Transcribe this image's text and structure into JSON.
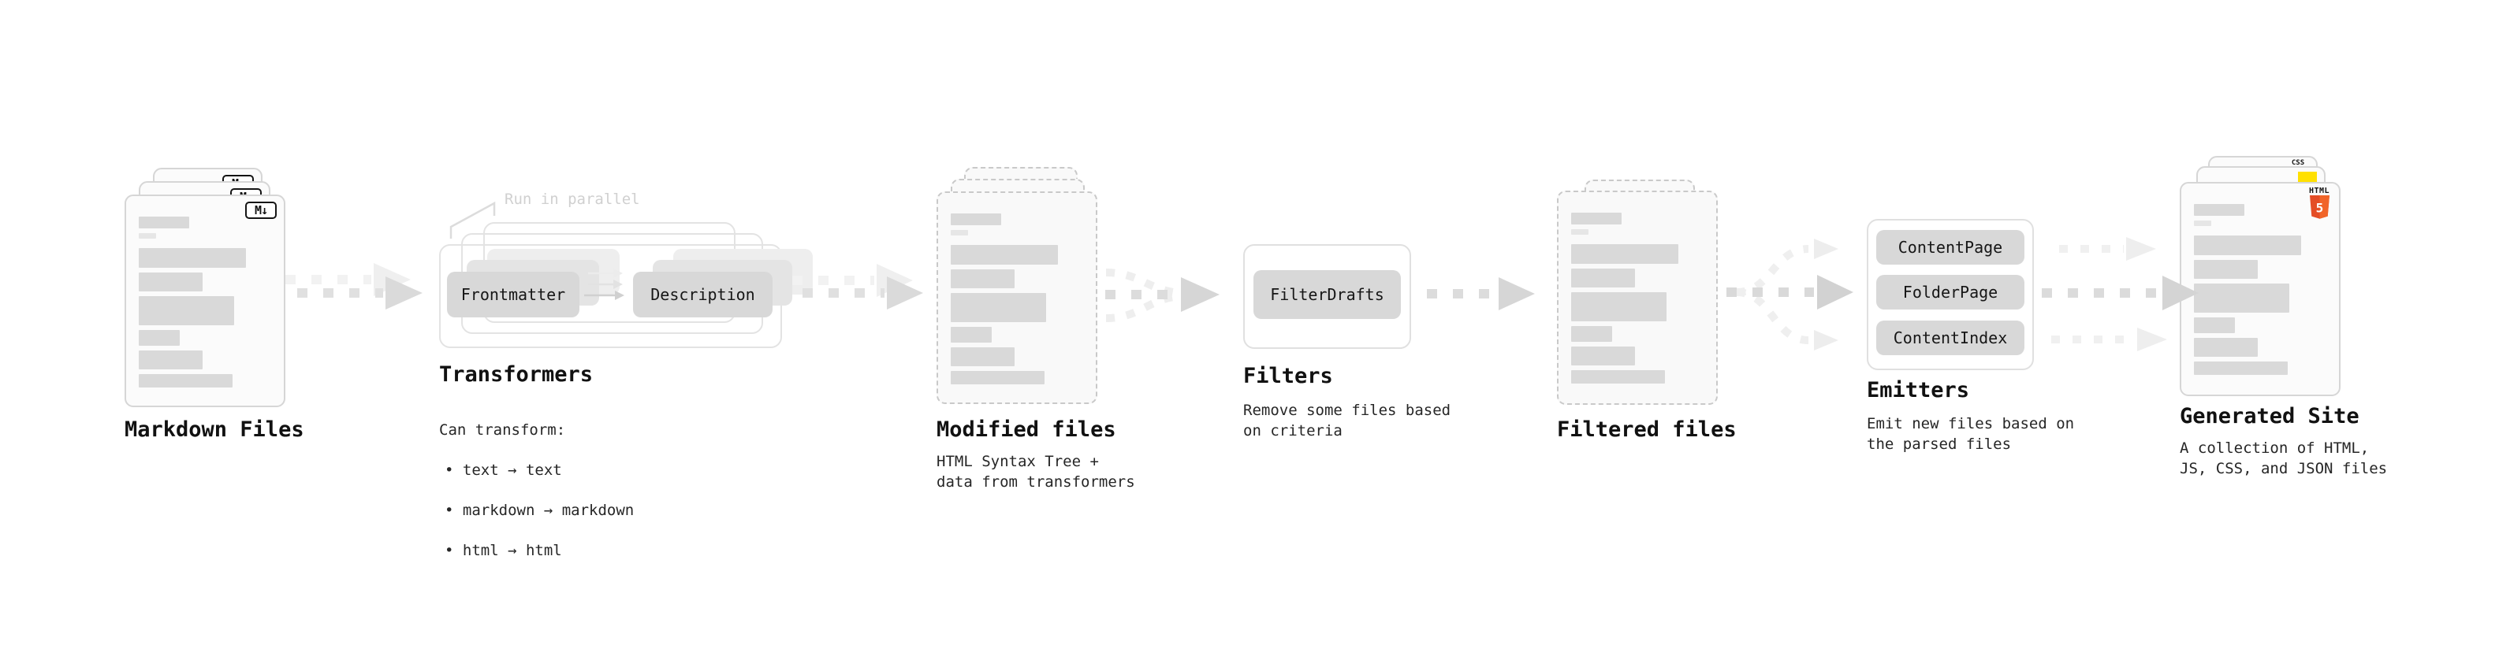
{
  "stages": {
    "markdown_files": {
      "label": "Markdown Files"
    },
    "transformers": {
      "label": "Transformers",
      "parallel_note": "Run in parallel",
      "nodes": {
        "frontmatter": "Frontmatter",
        "description": "Description"
      },
      "caption_title": "Can transform:",
      "bullets": [
        "• text → text",
        "• markdown → markdown",
        "• html → html"
      ]
    },
    "modified_files": {
      "label": "Modified files",
      "caption": "HTML Syntax Tree +\ndata from transformers"
    },
    "filters": {
      "label": "Filters",
      "nodes": {
        "filter_drafts": "FilterDrafts"
      },
      "caption": "Remove some files based\non criteria"
    },
    "filtered_files": {
      "label": "Filtered files"
    },
    "emitters": {
      "label": "Emitters",
      "nodes": {
        "content_page": "ContentPage",
        "folder_page": "FolderPage",
        "content_index": "ContentIndex"
      },
      "caption": "Emit new files based on\nthe parsed files"
    },
    "generated_site": {
      "label": "Generated Site",
      "caption": "A collection of HTML,\nJS, CSS, and JSON files"
    }
  },
  "icons": {
    "markdown_badge": "M↓",
    "css_badge": "CSS",
    "html5_text": "HTML",
    "html5_number": "5"
  },
  "colors": {
    "accent_html5_orange": "#e44d26",
    "accent_html5_orange_light": "#f16529",
    "accent_js_yellow": "#ffe000",
    "accent_css_blue": "#2962ff",
    "doc_bar_gray": "#d9d9d9",
    "node_gray": "#d8d8d8",
    "arrow_gray": "#dedede",
    "arrow_light_gray": "#f0f0f0"
  }
}
